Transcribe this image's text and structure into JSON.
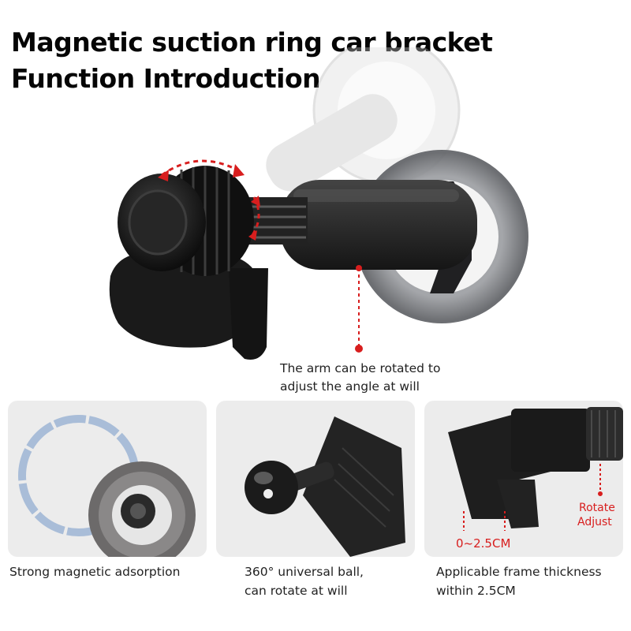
{
  "title": {
    "line1": "Magnetic suction ring car bracket",
    "line2": "Function Introduction"
  },
  "callout": {
    "line1": "The arm can be rotated to",
    "line2": "adjust the angle at will"
  },
  "panels": [
    {
      "caption_lines": [
        "Strong magnetic adsorption"
      ]
    },
    {
      "caption_lines": [
        "360° universal ball,",
        "can rotate at will"
      ]
    },
    {
      "caption_lines": [
        "Applicable frame thickness",
        "within 2.5CM"
      ],
      "rotate_label": [
        "Rotate",
        "Adjust"
      ],
      "thickness_label": "0~2.5CM"
    }
  ],
  "colors": {
    "accent": "#d81e1e",
    "product": "#1c1c1e",
    "panel_bg": "#ececec"
  },
  "icons": [
    "rotation-arrows-icon",
    "magnetic-ring-icon",
    "universal-ball-icon"
  ]
}
